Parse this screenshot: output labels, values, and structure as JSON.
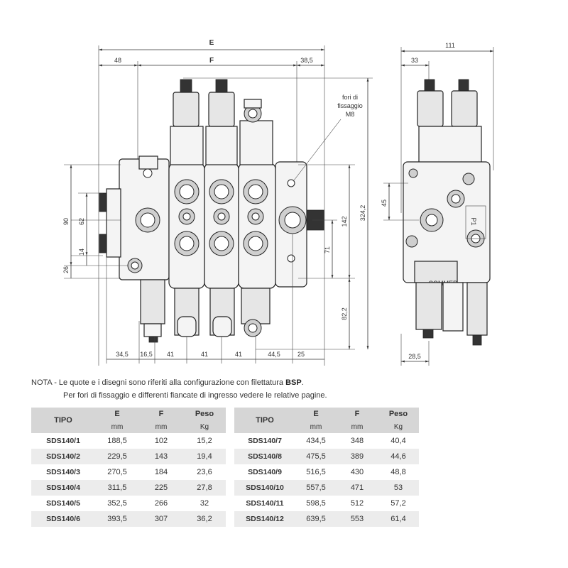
{
  "drawing": {
    "front_dims": {
      "E": "E",
      "F": "F",
      "d48": "48",
      "d38_5": "38,5",
      "d90": "90",
      "d62": "62",
      "d14": "14",
      "d26": "26",
      "d142": "142",
      "d71": "71",
      "d82_2": "82,2",
      "d324_2": "324,2",
      "bottom": [
        "34,5",
        "16,5",
        "41",
        "41",
        "41",
        "44,5",
        "25"
      ]
    },
    "fixing_label": [
      "fori di",
      "fissaggio",
      "M8"
    ],
    "side_dims": {
      "d111": "111",
      "d33": "33",
      "d45": "45",
      "d28_5": "28,5"
    },
    "port_label": "P1",
    "plate_label": "COMMER"
  },
  "note": {
    "line1_prefix": "NOTA - Le quote e i disegni sono riferiti alla configurazione con filettatura ",
    "line1_bold": "BSP",
    "line1_suffix": ".",
    "line2": "Per fori di fissaggio e differenti fiancate di ingresso vedere le relative pagine."
  },
  "table_headers": {
    "tipo": "TIPO",
    "e": "E",
    "f": "F",
    "peso": "Peso",
    "e_unit": "mm",
    "f_unit": "mm",
    "peso_unit": "Kg"
  },
  "tables": [
    [
      {
        "tipo": "SDS140/1",
        "e": "188,5",
        "f": "102",
        "peso": "15,2"
      },
      {
        "tipo": "SDS140/2",
        "e": "229,5",
        "f": "143",
        "peso": "19,4"
      },
      {
        "tipo": "SDS140/3",
        "e": "270,5",
        "f": "184",
        "peso": "23,6"
      },
      {
        "tipo": "SDS140/4",
        "e": "311,5",
        "f": "225",
        "peso": "27,8"
      },
      {
        "tipo": "SDS140/5",
        "e": "352,5",
        "f": "266",
        "peso": "32"
      },
      {
        "tipo": "SDS140/6",
        "e": "393,5",
        "f": "307",
        "peso": "36,2"
      }
    ],
    [
      {
        "tipo": "SDS140/7",
        "e": "434,5",
        "f": "348",
        "peso": "40,4"
      },
      {
        "tipo": "SDS140/8",
        "e": "475,5",
        "f": "389",
        "peso": "44,6"
      },
      {
        "tipo": "SDS140/9",
        "e": "516,5",
        "f": "430",
        "peso": "48,8"
      },
      {
        "tipo": "SDS140/10",
        "e": "557,5",
        "f": "471",
        "peso": "53"
      },
      {
        "tipo": "SDS140/11",
        "e": "598,5",
        "f": "512",
        "peso": "57,2"
      },
      {
        "tipo": "SDS140/12",
        "e": "639,5",
        "f": "553",
        "peso": "61,4"
      }
    ]
  ]
}
